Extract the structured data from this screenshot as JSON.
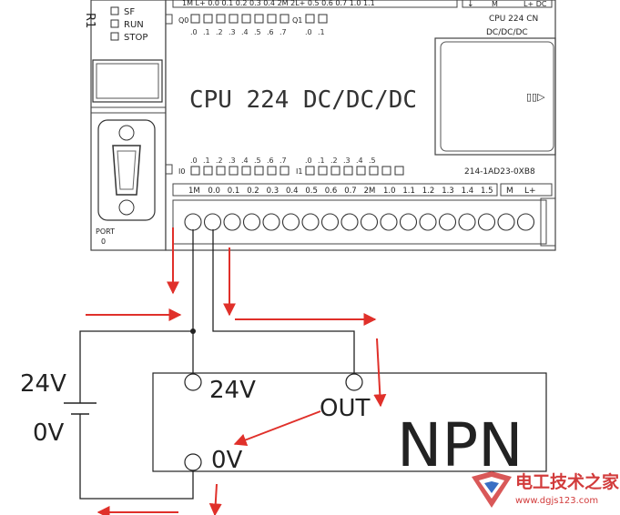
{
  "plc": {
    "side_label": "R1",
    "status_leds": [
      "SF",
      "RUN",
      "STOP"
    ],
    "port_label": "PORT",
    "port_number": "0",
    "top_terminal_strip": "1M   L+  0.0  0.1  0.2  0.3  0.4  2M  2L+ 0.5  0.6  0.7  1.0  1.1",
    "top_right_terminal_labels": [
      "M",
      "L+ DC"
    ],
    "q0_label": "Q0",
    "q1_label": "Q1",
    "q0_bits": [
      ".0",
      ".1",
      ".2",
      ".3",
      ".4",
      ".5",
      ".6",
      ".7"
    ],
    "q1_bits": [
      ".0",
      ".1"
    ],
    "model_top_line": "CPU  224  CN",
    "power_type": "DC/DC/DC",
    "main_title": "CPU 224 DC/DC/DC",
    "i0_label": "I0",
    "i1_label": "I1",
    "i0_bits": [
      ".0",
      ".1",
      ".2",
      ".3",
      ".4",
      ".5",
      ".6",
      ".7"
    ],
    "i1_bits": [
      ".0",
      ".1",
      ".2",
      ".3",
      ".4",
      ".5"
    ],
    "part_number": "214-1AD23-0XB8",
    "bottom_terminals": [
      "1M",
      "0.0",
      "0.1",
      "0.2",
      "0.3",
      "0.4",
      "0.5",
      "0.6",
      "0.7",
      "2M",
      "1.0",
      "1.1",
      "1.2",
      "1.3",
      "1.4",
      "1.5"
    ],
    "bottom_right_labels": [
      "M",
      "L+"
    ]
  },
  "power_supply": {
    "voltage_label": "24V",
    "ground_label": "0V"
  },
  "sensor": {
    "type_label": "NPN",
    "pin_24v": "24V",
    "pin_out": "OUT",
    "pin_0v": "0V"
  },
  "watermark": {
    "brand": "电工技术之家",
    "url": "www.dgjs123.com"
  },
  "colors": {
    "arrow": "#e0302a",
    "line": "#222222",
    "watermark": "#d23b3b"
  }
}
